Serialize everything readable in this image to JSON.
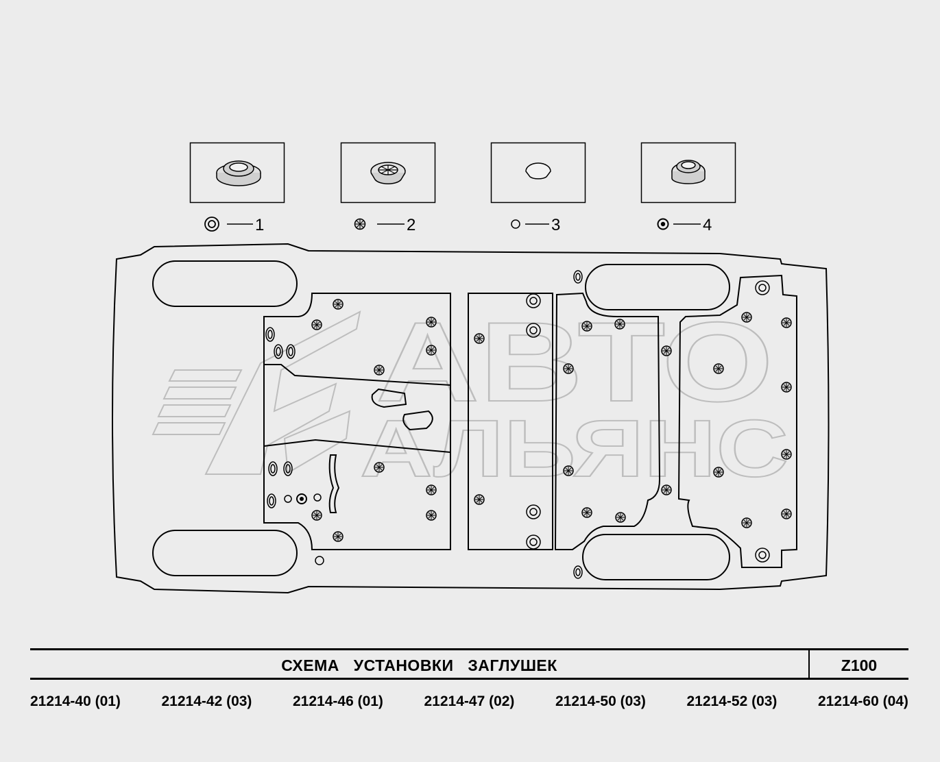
{
  "legend": {
    "items": [
      {
        "number": "1",
        "icon": "plug-type-1-icon"
      },
      {
        "number": "2",
        "icon": "plug-type-2-icon"
      },
      {
        "number": "3",
        "icon": "plug-type-3-icon"
      },
      {
        "number": "4",
        "icon": "plug-type-4-icon"
      }
    ]
  },
  "watermark": {
    "line1": "АВТО",
    "line2": "АЛЬЯНС"
  },
  "title_block": {
    "title": "СХЕМА   УСТАНОВКИ   ЗАГЛУШЕК",
    "code": "Z100"
  },
  "models": [
    "21214-40 (01)",
    "21214-42 (03)",
    "21214-46 (01)",
    "21214-47 (02)",
    "21214-50 (03)",
    "21214-52 (03)",
    "21214-60 (04)"
  ],
  "colors": {
    "line": "#000000",
    "background": "#ececec",
    "watermark": "#bdbdbd"
  }
}
